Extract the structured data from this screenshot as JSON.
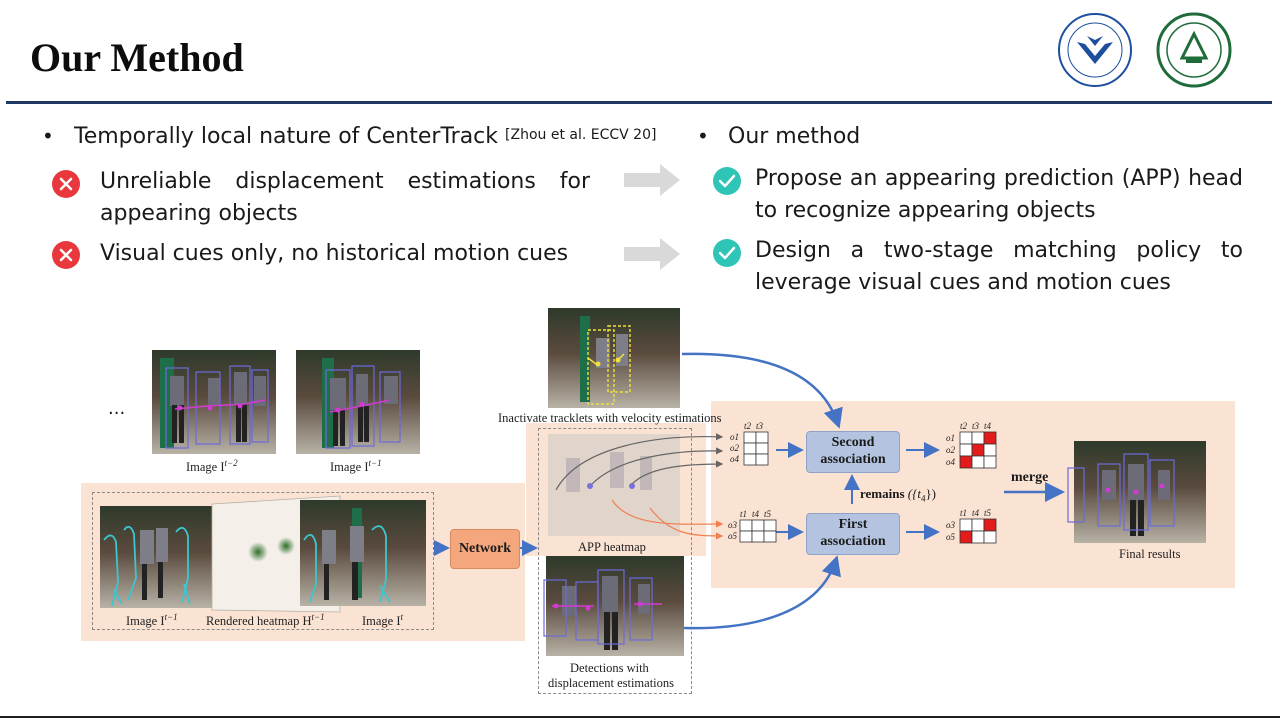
{
  "slide": {
    "title": "Our Method",
    "left": {
      "heading": "Temporally local nature of CenterTrack",
      "citation": "[Zhou et al. ECCV 20]",
      "items": [
        "Unreliable displacement estimations for appearing objects",
        "Visual cues only, no historical motion cues"
      ]
    },
    "right": {
      "heading": "Our method",
      "items": [
        "Propose an appearing prediction (APP) head to recognize appearing objects",
        "Design a two-stage matching policy to leverage visual cues and motion cues"
      ]
    }
  },
  "diagram": {
    "ellipsis": "...",
    "cap_image_t2": "Image I",
    "sup_t2": "t−2",
    "cap_image_t1_top": "Image I",
    "sup_t1_top": "t−1",
    "cap_image_t1": "Image I",
    "sup_t1": "t−1",
    "cap_rendered": "Rendered heatmap H",
    "sup_rendered": "t−1",
    "cap_image_t": "Image I",
    "sup_t": "t",
    "network": "Network",
    "cap_inactive": "Inactivate tracklets with velocity estimations",
    "cap_app": "APP heatmap",
    "cap_det_1": "Detections with",
    "cap_det_2": "displacement estimations",
    "second_1": "Second",
    "second_2": "association",
    "first_1": "First",
    "first_2": "association",
    "remains": "remains",
    "remains_set": "({t",
    "remains_sub": "4",
    "remains_end": "})",
    "merge": "merge",
    "final": "Final results",
    "grid_top_cols": [
      "t2",
      "t3"
    ],
    "grid_top_rows": [
      "o1",
      "o2",
      "o4"
    ],
    "grid_bot_cols": [
      "t1",
      "t4",
      "t5"
    ],
    "grid_bot_rows": [
      "o3",
      "o5"
    ],
    "res_top_cols": [
      "t2",
      "t3",
      "t4"
    ],
    "res_top_rows": [
      "o1",
      "o2",
      "o4"
    ],
    "res_bot_cols": [
      "t1",
      "t4",
      "t5"
    ],
    "res_bot_rows": [
      "o3",
      "o5"
    ]
  },
  "colors": {
    "accent_rule": "#1f3864",
    "cross_red": "#e8383d",
    "check_teal": "#2ec4b6",
    "panel_peach": "#fbe3d4",
    "network_orange": "#f4a77d",
    "assoc_blue": "#b4c4e0",
    "arrow_blue": "#4472c4",
    "match_red": "#e31b1b"
  }
}
